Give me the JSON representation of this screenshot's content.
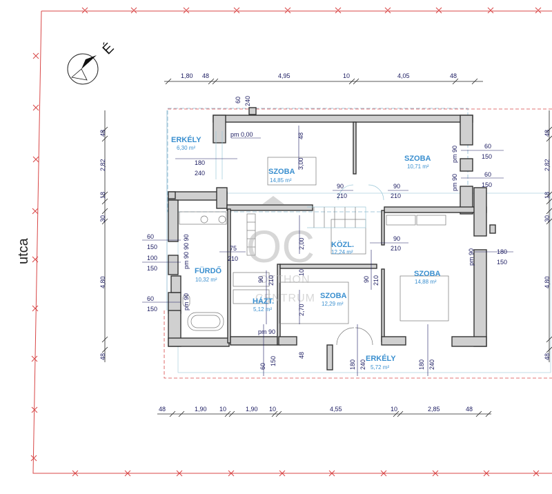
{
  "site": {
    "street_label": "utca",
    "north_label": "É"
  },
  "watermark": {
    "logo_text": "OC",
    "line1": "OTTHON",
    "line2": "CENTRUM"
  },
  "rooms": [
    {
      "name": "ERKÉLY",
      "area": "6,30 m²"
    },
    {
      "name": "SZOBA",
      "area": "14,85 m²"
    },
    {
      "name": "SZOBA",
      "area": "10,71 m²"
    },
    {
      "name": "KÖZL.",
      "area": "12,24 m²"
    },
    {
      "name": "FÜRDŐ",
      "area": "10,32 m²"
    },
    {
      "name": "HÁZT.",
      "area": "5,12 m²"
    },
    {
      "name": "SZOBA",
      "area": "12,29 m²"
    },
    {
      "name": "SZOBA",
      "area": "14,88 m²"
    },
    {
      "name": "ERKÉLY",
      "area": "5,72 m²"
    }
  ],
  "dimensions": {
    "top": [
      "1,80",
      "48",
      "4,95",
      "10",
      "4,05",
      "48"
    ],
    "bottom": [
      "48",
      "1,90",
      "10",
      "1,90",
      "10",
      "4,55",
      "10",
      "2,85",
      "48"
    ],
    "left": [
      "48",
      "2,82",
      "18",
      "30",
      "4,80",
      "48"
    ],
    "right": [
      "48",
      "2,82",
      "18",
      "30",
      "4,80",
      "48"
    ]
  },
  "openings": [
    "pm 0,00",
    "60",
    "240",
    "48",
    "180",
    "240",
    "3,00",
    "pm 90",
    "60",
    "150",
    "pm 90",
    "60",
    "150",
    "90",
    "210",
    "90",
    "210",
    "60",
    "150",
    "90 90",
    "100",
    "150",
    "pm 90",
    "60",
    "150",
    "pm 90",
    "75",
    "210",
    "2,00",
    "90",
    "210",
    "10",
    "90",
    "210",
    "90",
    "210",
    "pm 90",
    "180",
    "150",
    "pm 90",
    "60",
    "150",
    "48",
    "2,70",
    "180",
    "240",
    "180",
    "240"
  ]
}
